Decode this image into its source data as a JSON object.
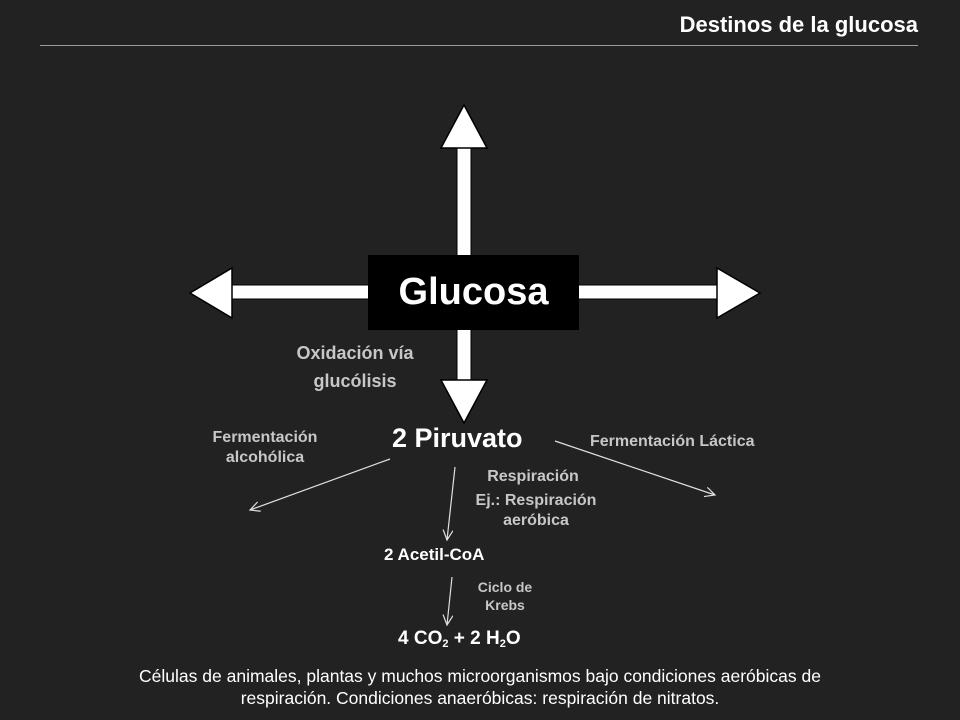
{
  "title": "Destinos de la glucosa",
  "center_node": "Glucosa",
  "glycolysis": {
    "line1": "Oxidación vía",
    "line2": "glucólisis"
  },
  "pyruvate": "2 Piruvato",
  "alcoholic_fermentation": {
    "line1": "Fermentación",
    "line2": "alcohólica"
  },
  "lactic_fermentation": "Fermentación Láctica",
  "respiration": {
    "label": "Respiración",
    "example_line1": "Ej.: Respiración",
    "example_line2": "aeróbica"
  },
  "acetyl_coa": "2 Acetil-CoA",
  "krebs": {
    "line1": "Ciclo de",
    "line2": "Krebs"
  },
  "products": {
    "part1": "4 CO",
    "sub1": "2",
    "part2": " + 2 H",
    "sub2": "2",
    "part3": "O"
  },
  "caption": {
    "line1": "Células de animales, plantas y muchos microorganismos bajo condiciones aeróbicas de",
    "line2": "respiración. Condiciones anaeróbicas: respiración de nitratos."
  },
  "colors": {
    "background": "#222222",
    "box": "#000000",
    "arrow_fill": "#ffffff",
    "arrow_stroke": "#000000",
    "label_gray": "#c7c7c7"
  }
}
